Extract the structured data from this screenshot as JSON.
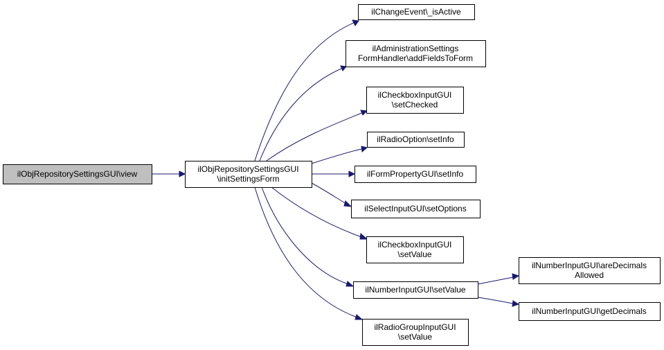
{
  "colors": {
    "edge": "#191970",
    "root_fill": "#bfbfbf",
    "node_fill": "#ffffff",
    "border": "#000000"
  },
  "nodes": {
    "view": [
      "ilObjRepositorySettingsGUI\\view"
    ],
    "init": [
      "ilObjRepositorySettingsGUI",
      "\\initSettingsForm"
    ],
    "is_active": [
      "ilChangeEvent\\_isActive"
    ],
    "add_fields": [
      "ilAdministrationSettings",
      "FormHandler\\addFieldsToForm"
    ],
    "set_checked": [
      "ilCheckboxInputGUI",
      "\\setChecked"
    ],
    "radio_set_info": [
      "ilRadioOption\\setInfo"
    ],
    "form_set_info": [
      "ilFormPropertyGUI\\setInfo"
    ],
    "set_options": [
      "ilSelectInputGUI\\setOptions"
    ],
    "checkbox_set_value": [
      "ilCheckboxInputGUI",
      "\\setValue"
    ],
    "number_set_value": [
      "ilNumberInputGUI\\setValue"
    ],
    "radio_group_set_value": [
      "ilRadioGroupInputGUI",
      "\\setValue"
    ],
    "are_decimals": [
      "ilNumberInputGUI\\areDecimals",
      "Allowed"
    ],
    "get_decimals": [
      "ilNumberInputGUI\\getDecimals"
    ]
  },
  "edges": [
    [
      "view",
      "init"
    ],
    [
      "init",
      "is_active"
    ],
    [
      "init",
      "add_fields"
    ],
    [
      "init",
      "set_checked"
    ],
    [
      "init",
      "radio_set_info"
    ],
    [
      "init",
      "form_set_info"
    ],
    [
      "init",
      "set_options"
    ],
    [
      "init",
      "checkbox_set_value"
    ],
    [
      "init",
      "number_set_value"
    ],
    [
      "init",
      "radio_group_set_value"
    ],
    [
      "number_set_value",
      "are_decimals"
    ],
    [
      "number_set_value",
      "get_decimals"
    ]
  ]
}
